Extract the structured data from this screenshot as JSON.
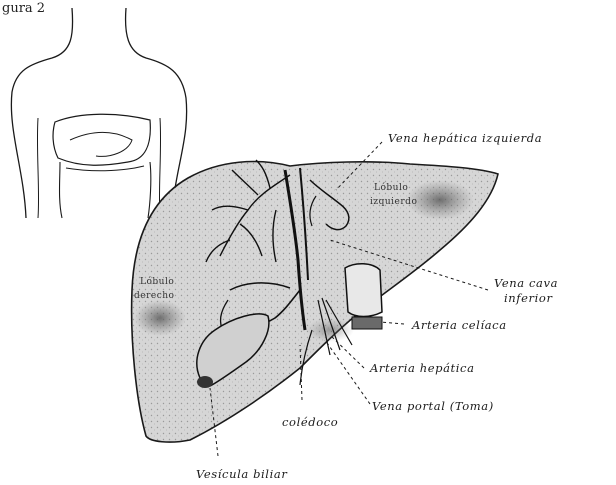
{
  "header_fragment": "gura 2",
  "lobe_labels": {
    "left_line1": "Lóbulo",
    "left_line2": "izquierdo",
    "right_line1": "Lóbulo",
    "right_line2": "derecho"
  },
  "labels": {
    "vena_hepatica_izquierda": "Vena hepática izquierda",
    "vena_cava_line1": "Vena cava",
    "vena_cava_line2": "inferior",
    "arteria_celiaca": "Arteria celíaca",
    "arteria_hepatica": "Arteria hepática",
    "vena_portal": "Vena portal (Toma)",
    "coledoco": "colédoco",
    "vesicula_biliar": "Vesícula biliar"
  },
  "colors": {
    "ink": "#1a1a1a",
    "liver_fill": "#dcdcdc",
    "shade": "#8c8c8c"
  }
}
